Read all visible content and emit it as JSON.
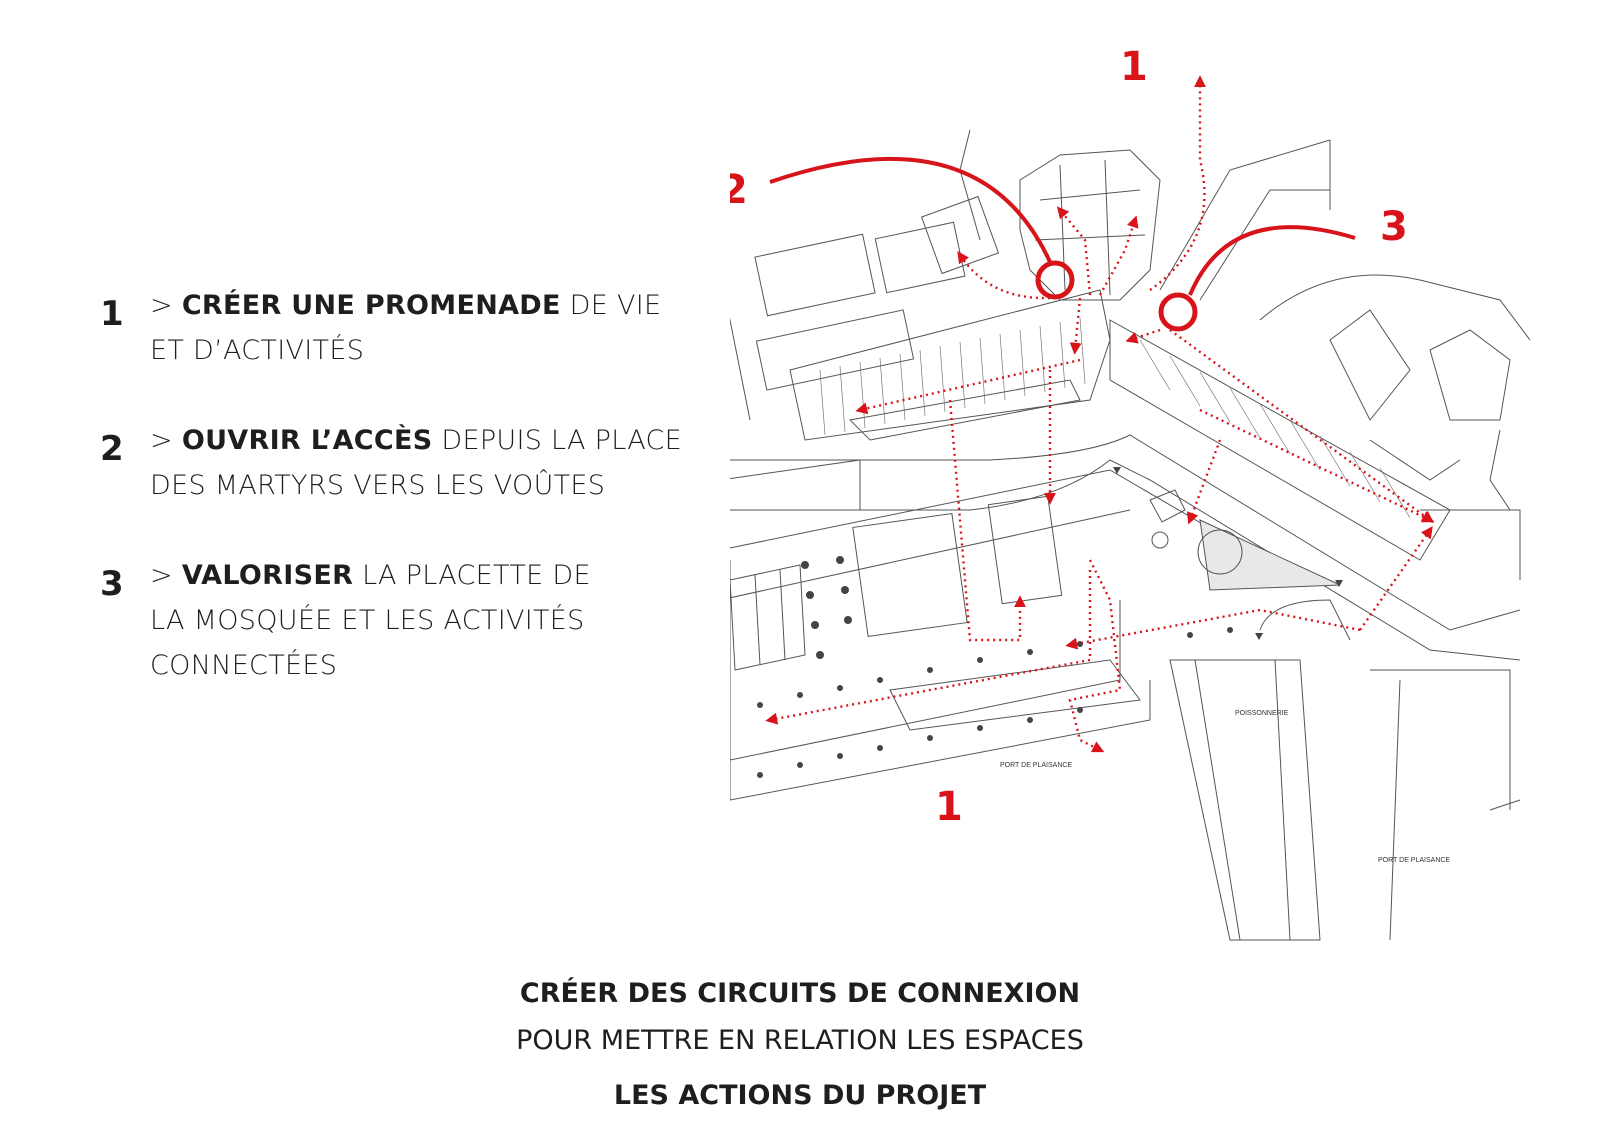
{
  "actions": [
    {
      "number": "1",
      "prefix": "> ",
      "bold": "CRÉER UNE PROMENADE",
      "rest": " DE VIE",
      "line2": "ET D’ACTIVITÉS",
      "line3": ""
    },
    {
      "number": "2",
      "prefix": "> ",
      "bold": "OUVRIR L’ACCÈS",
      "rest": " DEPUIS LA PLACE",
      "line2": "DES MARTYRS VERS LES VOÛTES",
      "line3": ""
    },
    {
      "number": "3",
      "prefix": "> ",
      "bold": "VALORISER",
      "rest": " LA PLACETTE DE",
      "line2": "LA MOSQUÉE ET LES ACTIVITÉS",
      "line3": "CONNECTÉES"
    }
  ],
  "plan": {
    "markers": {
      "one_top": "1",
      "two": "2",
      "three": "3",
      "one_bottom": "1"
    },
    "labels": {
      "poissonnerie": "POISSONNERIE",
      "port_left": "PORT DE PLAISANCE",
      "port_right": "PORT DE PLAISANCE"
    },
    "accent_color": "#d7141a",
    "line_color": "#555555"
  },
  "caption": {
    "title": "CRÉER DES CIRCUITS DE CONNEXION",
    "subtitle": "POUR METTRE EN RELATION LES ESPACES",
    "footer": "LES ACTIONS DU PROJET"
  }
}
